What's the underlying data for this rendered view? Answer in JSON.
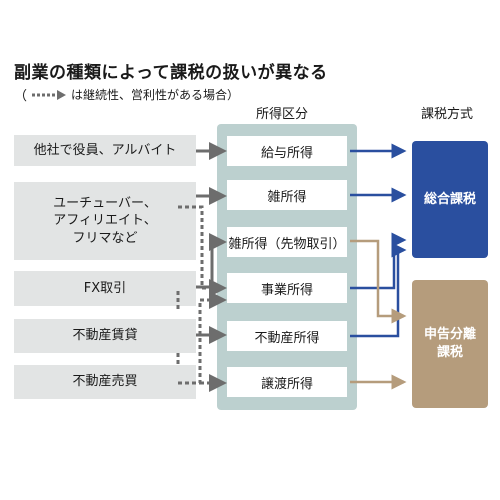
{
  "title": "副業の種類によって課税の扱いが異なる",
  "legend": {
    "open": "（",
    "text": "は継続性、営利性がある場合）",
    "arrow_icon": "dashed-arrow-icon"
  },
  "headers": {
    "income_category": "所得区分",
    "tax_method": "課税方式"
  },
  "sources": [
    {
      "label": "他社で役員、アルバイト"
    },
    {
      "label": "ユーチューバー、\nアフィリエイト、\nフリマなど"
    },
    {
      "label": "FX取引"
    },
    {
      "label": "不動産賃貸"
    },
    {
      "label": "不動産売買"
    }
  ],
  "income_types": [
    {
      "label": "給与所得"
    },
    {
      "label": "雑所得"
    },
    {
      "label": "雑所得（先物取引）"
    },
    {
      "label": "事業所得"
    },
    {
      "label": "不動産所得"
    },
    {
      "label": "譲渡所得"
    }
  ],
  "tax_methods": [
    {
      "label": "総合課税"
    },
    {
      "label": "申告分離\n課税"
    }
  ],
  "colors": {
    "source_bg": "#e2e4e4",
    "panel_bg": "#bcd0cf",
    "sogo": "#2a4f9f",
    "bunri": "#b59c7c",
    "gray_arrow": "#6d6d6d"
  }
}
